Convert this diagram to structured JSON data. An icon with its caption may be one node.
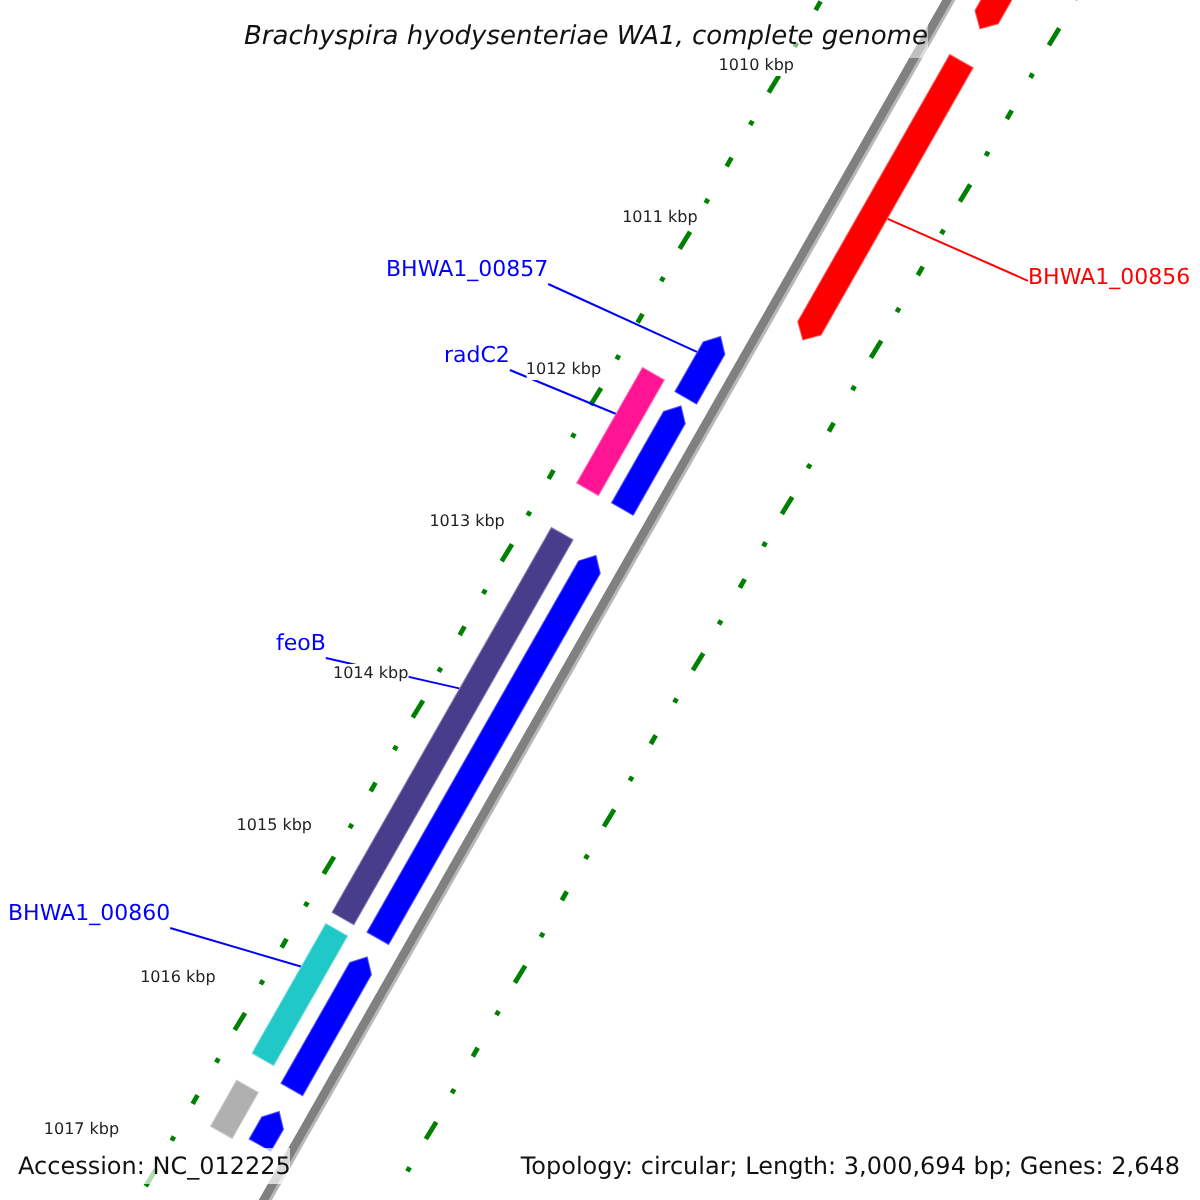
{
  "diagram": {
    "title": "Brachyspira hyodysenteriae WA1, complete genome",
    "nodes": [
      {
        "text": [
          "BHWA1_00856"
        ]
      },
      {
        "text": [
          "BHWA1_00857"
        ]
      },
      {
        "text": [
          "radC2"
        ]
      },
      {
        "text": [
          "feoB"
        ]
      },
      {
        "text": [
          "BHWA1_00860"
        ]
      },
      {
        "text": [],
        "shape": "bar"
      },
      {
        "text": [],
        "shape": "bar"
      },
      {
        "text": [],
        "shape": "bar"
      },
      {
        "text": [],
        "shape": "bar"
      },
      {
        "text": [],
        "shape": "bar"
      },
      {
        "text": [],
        "shape": "bar"
      },
      {
        "text": [],
        "shape": "bar"
      },
      {
        "text": [],
        "shape": "bar"
      },
      {
        "text": [],
        "shape": "bar"
      },
      {
        "text": [],
        "shape": "bar"
      },
      {
        "text": [],
        "shape": "bar"
      }
    ],
    "edges": [
      {
        "from": 0,
        "to": 6,
        "arrow": "none",
        "color": "#ff0000"
      },
      {
        "from": 1,
        "to": 7,
        "arrow": "none"
      },
      {
        "from": 2,
        "to": 8,
        "arrow": "none"
      },
      {
        "from": 3,
        "to": 10,
        "arrow": "none"
      },
      {
        "from": 4,
        "to": 12,
        "arrow": "none"
      }
    ],
    "labels": [
      "1010 kbp",
      "1011 kbp",
      "1012 kbp",
      "1013 kbp",
      "1014 kbp",
      "1015 kbp",
      "1016 kbp",
      "1017 kbp",
      "Accession: NC_012225",
      "Topology: circular; Length: 3,000,694 bp; Genes: 2,648"
    ]
  }
}
